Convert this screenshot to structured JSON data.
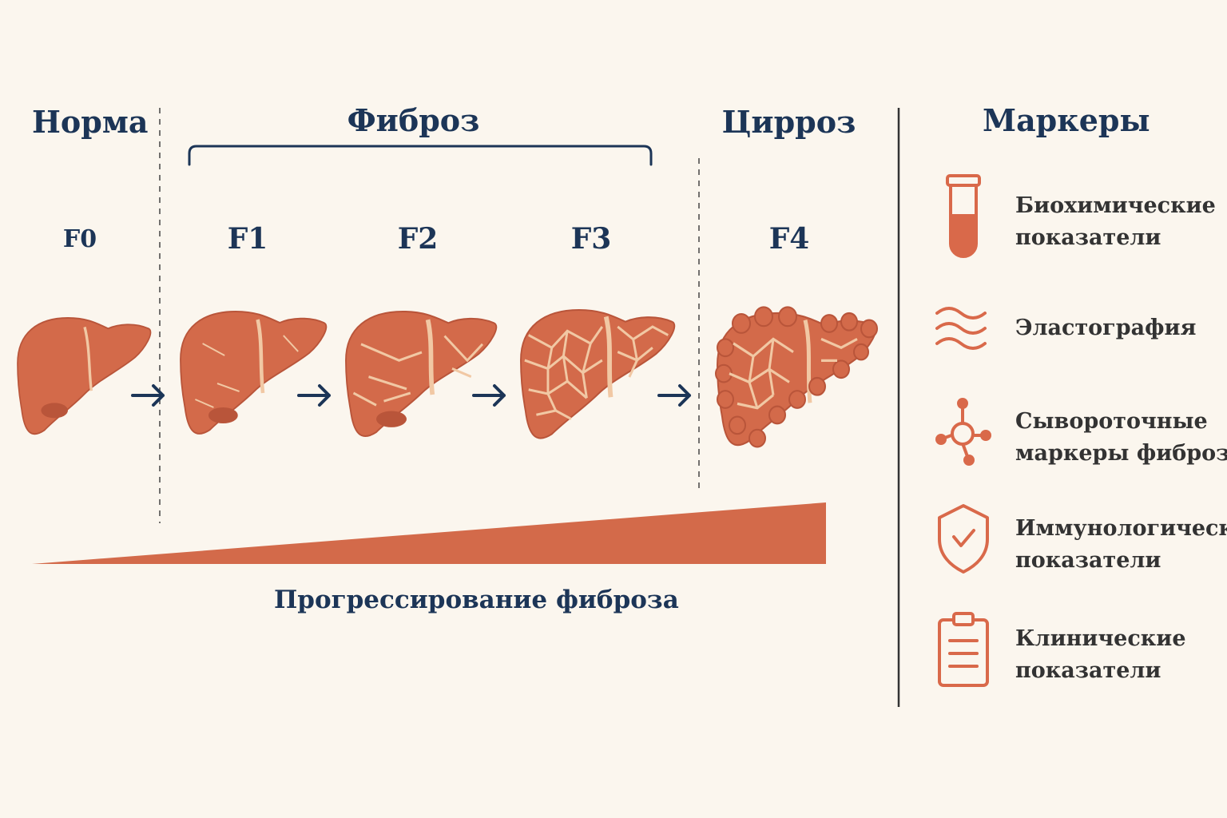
{
  "headers": {
    "norm": "Норма",
    "fibrosis": "Фиброз",
    "cirrhosis": "Цирроз",
    "markers": "Маркеры"
  },
  "stages": [
    "F0",
    "F1",
    "F2",
    "F3",
    "F4"
  ],
  "progress_label": "Прогрессирование фиброза",
  "markers": [
    {
      "icon": "test-tube-icon",
      "line1": "Биохимические",
      "line2": "показатели"
    },
    {
      "icon": "waves-icon",
      "line1": "Эластография",
      "line2": ""
    },
    {
      "icon": "molecule-icon",
      "line1": "Сывороточные",
      "line2": "маркеры фиброза"
    },
    {
      "icon": "shield-check-icon",
      "line1": "Иммунологические",
      "line2": "показатели"
    },
    {
      "icon": "clipboard-icon",
      "line1": "Клинические",
      "line2": "показатели"
    }
  ],
  "colors": {
    "liver": "#d36a4a",
    "liver_dark": "#b9553a",
    "fibrous": "#f1c8a4",
    "navy": "#1c3557",
    "accent": "#d9694a",
    "background": "#fbf6ee"
  }
}
